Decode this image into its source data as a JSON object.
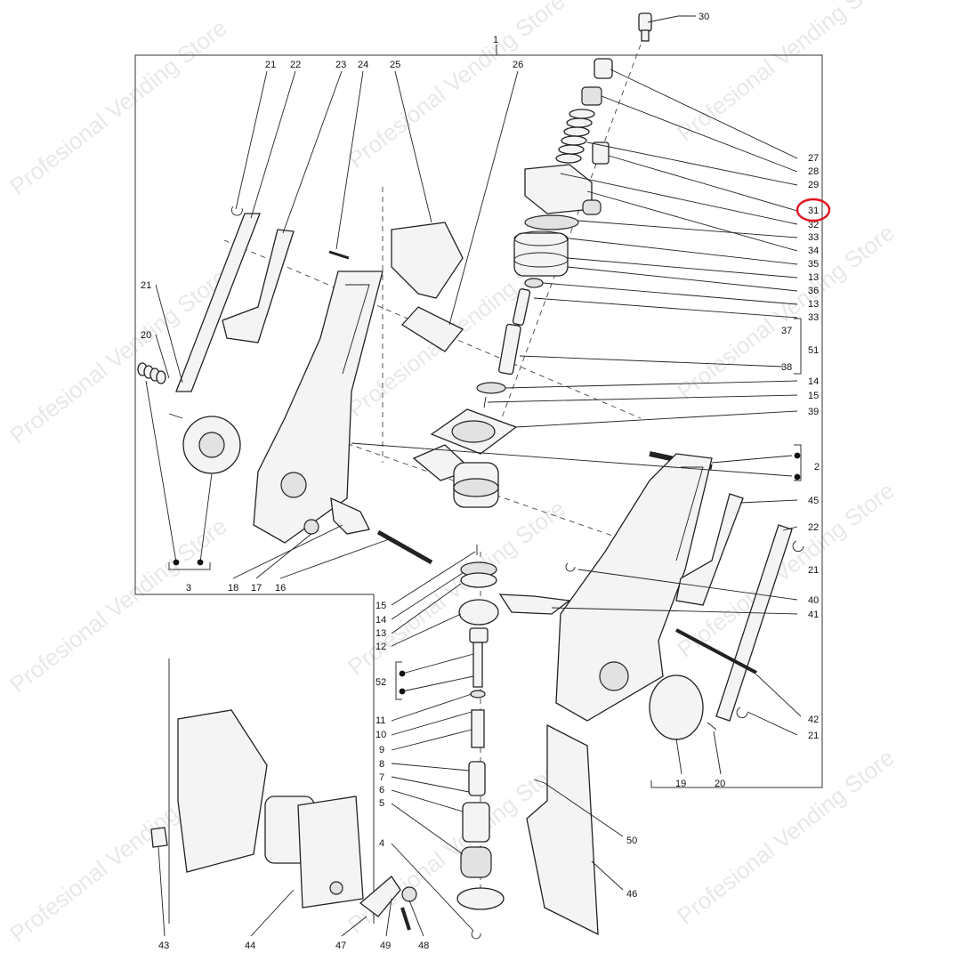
{
  "watermark": {
    "text": "Profesional Vending Store",
    "color": "#d6d6d6"
  },
  "highlight": {
    "callout": "31",
    "color": "#e0141e"
  },
  "callouts": [
    {
      "id": "c30",
      "text": "30"
    },
    {
      "id": "c1",
      "text": "1"
    },
    {
      "id": "c21a",
      "text": "21"
    },
    {
      "id": "c22a",
      "text": "22"
    },
    {
      "id": "c23",
      "text": "23"
    },
    {
      "id": "c24",
      "text": "24"
    },
    {
      "id": "c25",
      "text": "25"
    },
    {
      "id": "c26",
      "text": "26"
    },
    {
      "id": "c27",
      "text": "27"
    },
    {
      "id": "c28",
      "text": "28"
    },
    {
      "id": "c29",
      "text": "29"
    },
    {
      "id": "c31",
      "text": "31"
    },
    {
      "id": "c32",
      "text": "32"
    },
    {
      "id": "c33a",
      "text": "33"
    },
    {
      "id": "c34",
      "text": "34"
    },
    {
      "id": "c35",
      "text": "35"
    },
    {
      "id": "c13a",
      "text": "13"
    },
    {
      "id": "c36",
      "text": "36"
    },
    {
      "id": "c13b",
      "text": "13"
    },
    {
      "id": "c33b",
      "text": "33"
    },
    {
      "id": "c37",
      "text": "37"
    },
    {
      "id": "c51",
      "text": "51"
    },
    {
      "id": "c38",
      "text": "38"
    },
    {
      "id": "c14a",
      "text": "14"
    },
    {
      "id": "c15a",
      "text": "15"
    },
    {
      "id": "c39",
      "text": "39"
    },
    {
      "id": "c2",
      "text": "2"
    },
    {
      "id": "c45",
      "text": "45"
    },
    {
      "id": "c22b",
      "text": "22"
    },
    {
      "id": "c21b",
      "text": "21"
    },
    {
      "id": "c40",
      "text": "40"
    },
    {
      "id": "c41",
      "text": "41"
    },
    {
      "id": "c42",
      "text": "42"
    },
    {
      "id": "c21c",
      "text": "21"
    },
    {
      "id": "c19",
      "text": "19"
    },
    {
      "id": "c20b",
      "text": "20"
    },
    {
      "id": "c21d",
      "text": "21"
    },
    {
      "id": "c20a",
      "text": "20"
    },
    {
      "id": "c3",
      "text": "3"
    },
    {
      "id": "c18",
      "text": "18"
    },
    {
      "id": "c17",
      "text": "17"
    },
    {
      "id": "c16",
      "text": "16"
    },
    {
      "id": "c15b",
      "text": "15"
    },
    {
      "id": "c14b",
      "text": "14"
    },
    {
      "id": "c13c",
      "text": "13"
    },
    {
      "id": "c12",
      "text": "12"
    },
    {
      "id": "c52",
      "text": "52"
    },
    {
      "id": "c11",
      "text": "11"
    },
    {
      "id": "c10",
      "text": "10"
    },
    {
      "id": "c9",
      "text": "9"
    },
    {
      "id": "c8",
      "text": "8"
    },
    {
      "id": "c7",
      "text": "7"
    },
    {
      "id": "c6",
      "text": "6"
    },
    {
      "id": "c5",
      "text": "5"
    },
    {
      "id": "c4",
      "text": "4"
    },
    {
      "id": "c50",
      "text": "50"
    },
    {
      "id": "c46",
      "text": "46"
    },
    {
      "id": "c43",
      "text": "43"
    },
    {
      "id": "c44",
      "text": "44"
    },
    {
      "id": "c47",
      "text": "47"
    },
    {
      "id": "c49",
      "text": "49"
    },
    {
      "id": "c48",
      "text": "48"
    }
  ]
}
